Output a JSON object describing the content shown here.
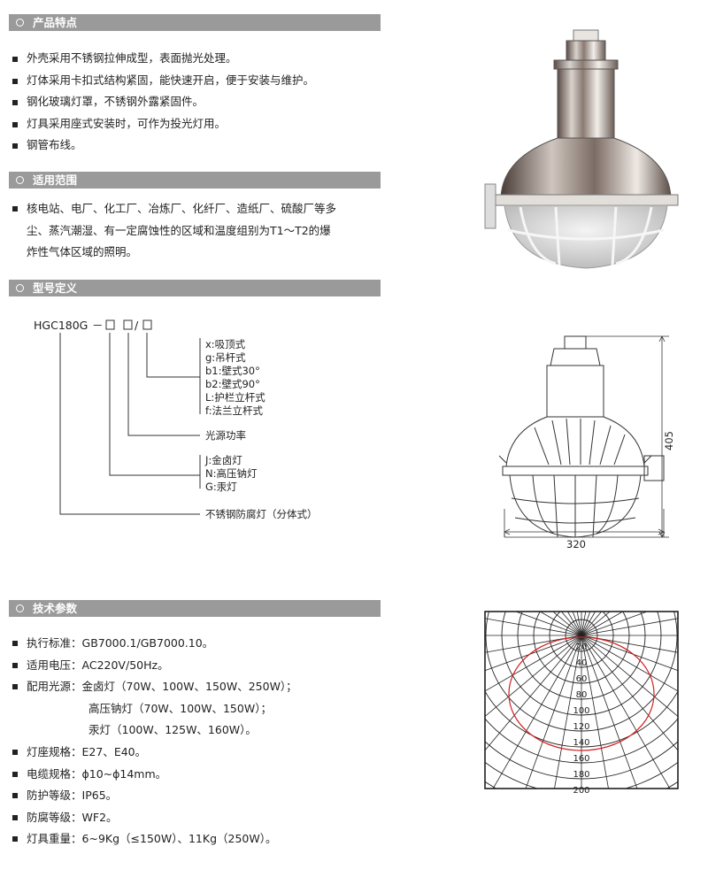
{
  "sections": {
    "features": "产品特点",
    "scope": "适用范围",
    "model": "型号定义",
    "tech": "技术参数"
  },
  "features": [
    "外壳采用不锈钢拉伸成型，表面抛光处理。",
    "灯体采用卡扣式结构紧固，能快速开启，便于安装与维护。",
    "钢化玻璃灯罩，不锈钢外露紧固件。",
    "灯具采用座式安装时，可作为投光灯用。",
    "钢管布线。"
  ],
  "scope_lines": [
    "核电站、电厂、化工厂、冶炼厂、化纤厂、造纸厂、硫酸厂等多",
    "尘、蒸汽潮湿、有一定腐蚀性的区域和温度组别为T1～T2的爆",
    "炸性气体区域的照明。"
  ],
  "model": {
    "code": "HGC180G",
    "dash": "－",
    "slash": "/",
    "mount_options": [
      "x:吸顶式",
      "g:吊杆式",
      "b1:壁式30°",
      "b2:壁式90°",
      "L:护栏立杆式",
      "f:法兰立杆式"
    ],
    "power": "光源功率",
    "lamp_types": [
      "J:金卤灯",
      "N:高压钠灯",
      "G:汞灯"
    ],
    "product": "不锈钢防腐灯（分体式）"
  },
  "drawing": {
    "height": "405",
    "width": "320"
  },
  "tech_rows": [
    {
      "label": "执行标准：",
      "value": "GB7000.1/GB7000.10。"
    },
    {
      "label": "适用电压：",
      "value": "AC220V/50Hz。"
    },
    {
      "label": "配用光源：",
      "value": "金卤灯（70W、100W、150W、250W）；"
    },
    {
      "label": "",
      "value": "高压钠灯（70W、100W、150W）；"
    },
    {
      "label": "",
      "value": "汞灯（100W、125W、160W）。"
    },
    {
      "label": "灯座规格：",
      "value": "E27、E40。"
    },
    {
      "label": "电缆规格：",
      "value": "ϕ10~ϕ14mm。"
    },
    {
      "label": "防护等级：",
      "value": "IP65。"
    },
    {
      "label": "防腐等级：",
      "value": "WF2。"
    },
    {
      "label": "灯具重量：",
      "value": "6~9Kg（≤150W）、11Kg（250W）。"
    }
  ],
  "polar_labels": [
    "20",
    "40",
    "60",
    "80",
    "100",
    "120",
    "140",
    "160",
    "180",
    "200"
  ],
  "colors": {
    "bar": "#9a9a9a",
    "curve": "#d42020"
  }
}
